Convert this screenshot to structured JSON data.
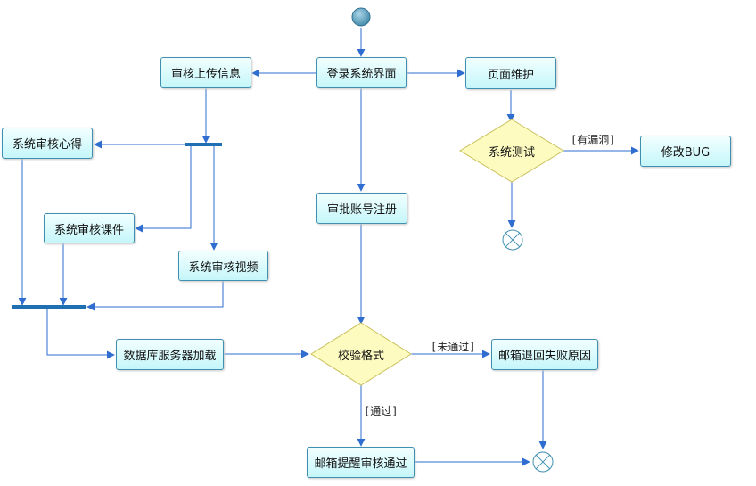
{
  "colors": {
    "line": "#2f6dd0",
    "node_border": "#3f8fb0",
    "node_fill_top": "#f2ffff",
    "node_fill_bottom": "#c5f6fa",
    "decision_fill": "#fdfbc0",
    "decision_border": "#c9c05a",
    "bar": "#1f6fb2",
    "start_node": "#4f95b5"
  },
  "nodes": {
    "login": "登录系统界面",
    "review_upload": "审核上传信息",
    "page_maintain": "页面维护",
    "review_notes": "系统审核心得",
    "review_courseware": "系统审核课件",
    "review_video": "系统审核视频",
    "approve_register": "审批账号注册",
    "db_load": "数据库服务器加载",
    "mail_fail": "邮箱退回失败原因",
    "mail_pass": "邮箱提醒审核通过",
    "fix_bug": "修改BUG"
  },
  "decisions": {
    "system_test": "系统测试",
    "check_format": "校验格式"
  },
  "guards": {
    "has_bug": "[有漏洞]",
    "not_passed": "[未通过]",
    "passed": "[通过]"
  },
  "icons": {
    "start": "initial-node-icon",
    "end": "flow-final-icon",
    "fork": "fork-bar-icon",
    "join": "join-bar-icon"
  }
}
